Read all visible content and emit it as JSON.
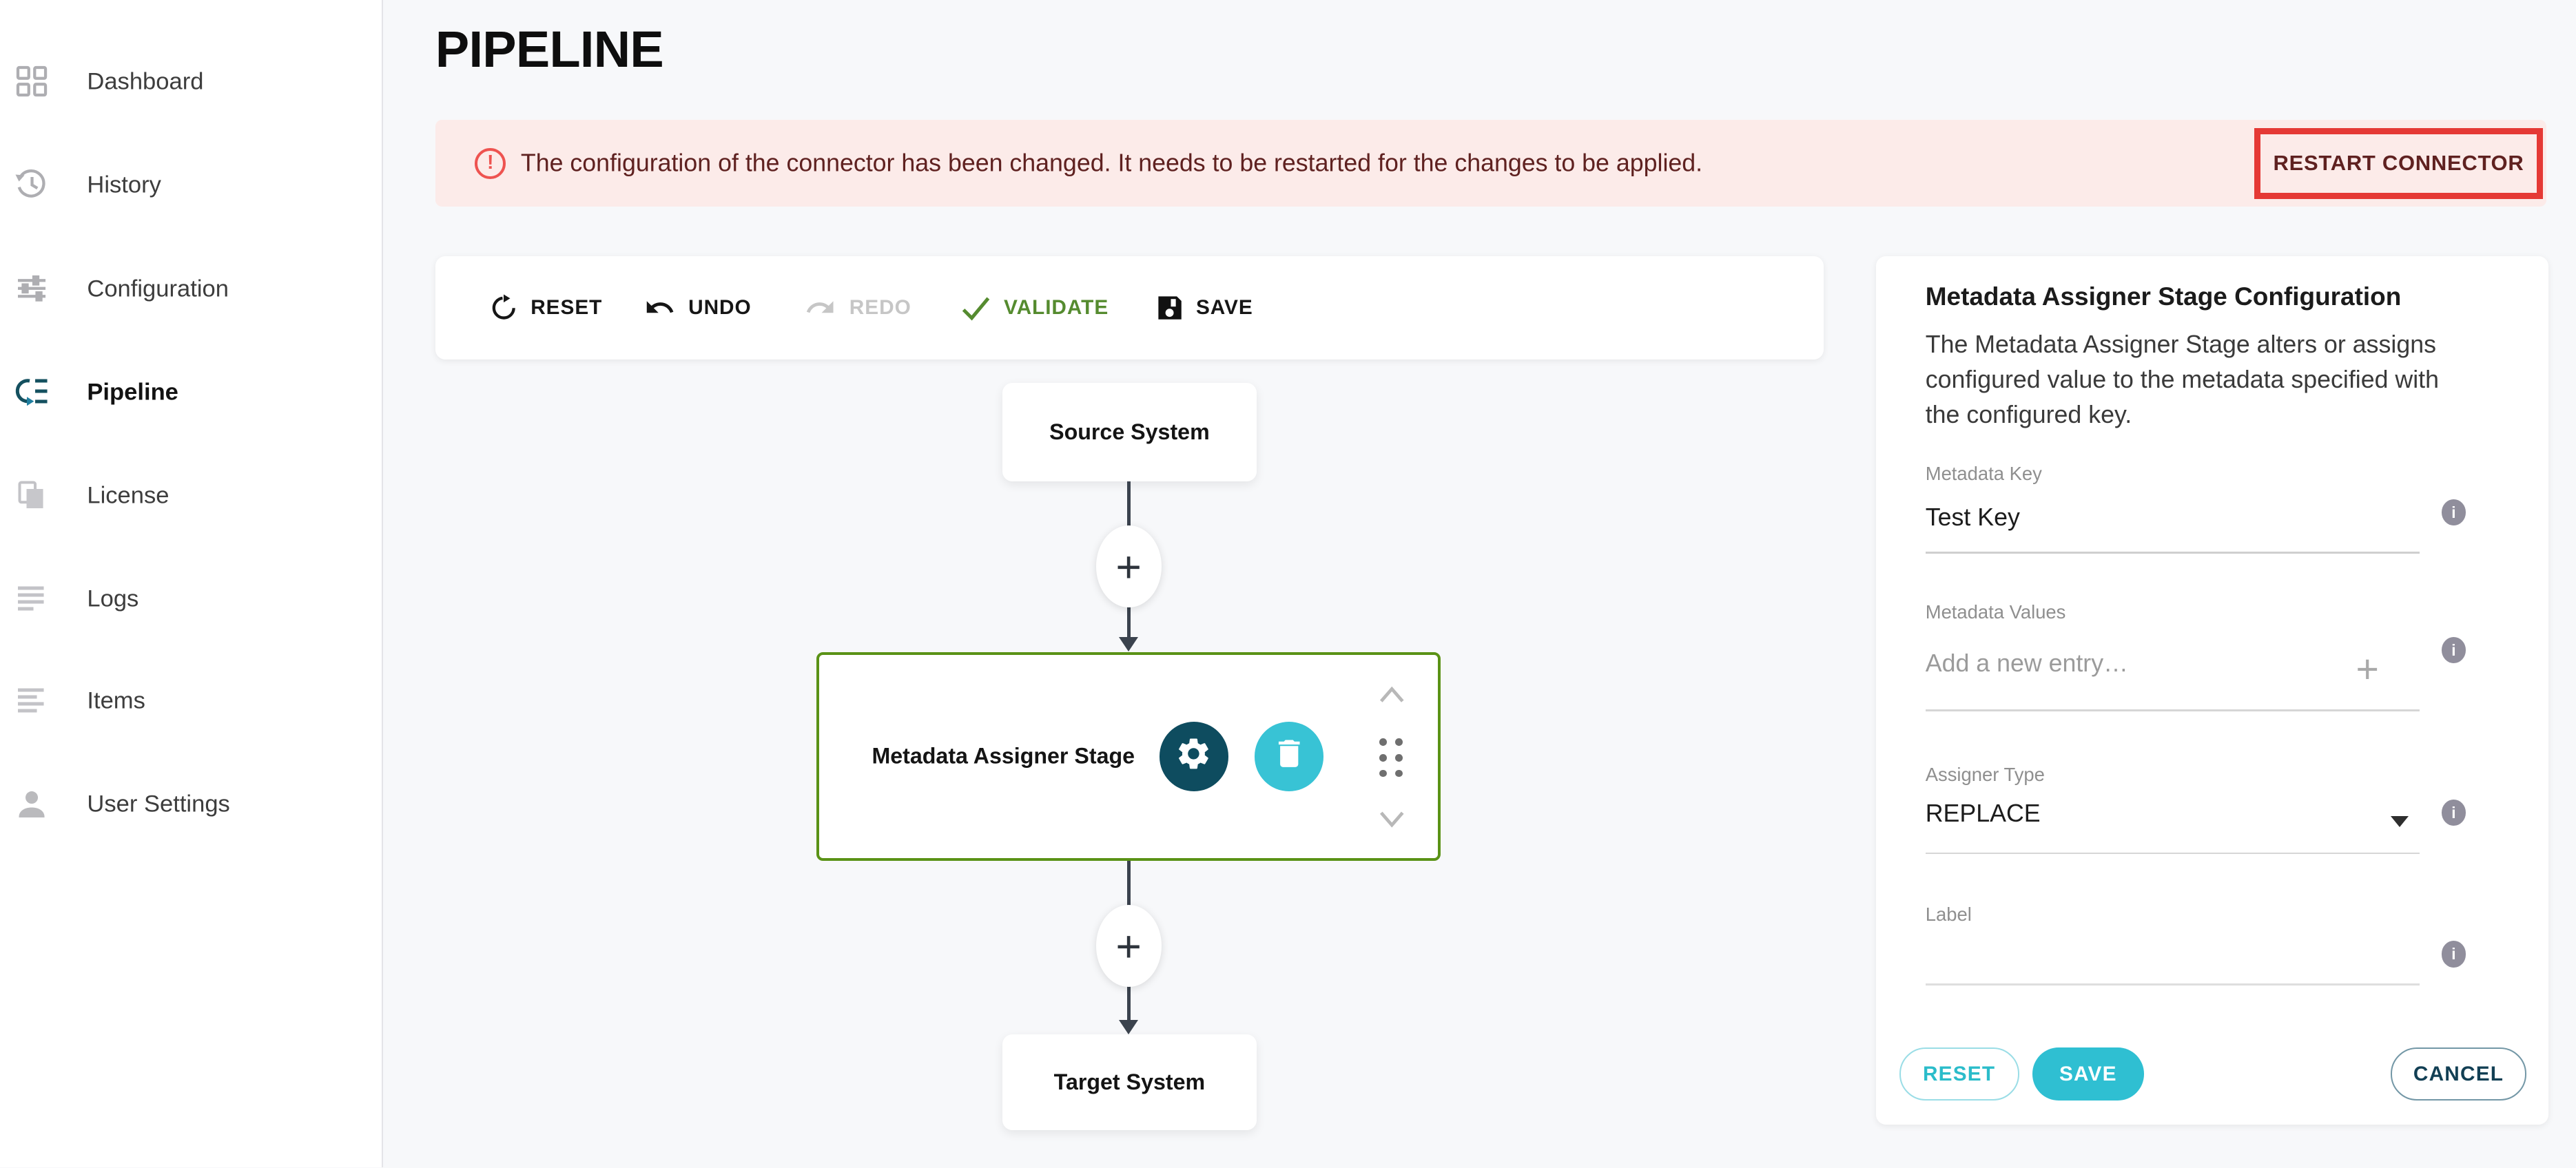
{
  "sidebar": {
    "items": [
      {
        "label": "Dashboard",
        "icon": "dashboard-icon",
        "active": false
      },
      {
        "label": "History",
        "icon": "history-icon",
        "active": false
      },
      {
        "label": "Configuration",
        "icon": "configuration-icon",
        "active": false
      },
      {
        "label": "Pipeline",
        "icon": "pipeline-icon",
        "active": true
      },
      {
        "label": "License",
        "icon": "license-icon",
        "active": false
      },
      {
        "label": "Logs",
        "icon": "logs-icon",
        "active": false
      },
      {
        "label": "Items",
        "icon": "items-icon",
        "active": false
      },
      {
        "label": "User Settings",
        "icon": "user-icon",
        "active": false
      }
    ]
  },
  "header": {
    "title": "PIPELINE"
  },
  "banner": {
    "message": "The configuration of the connector has been changed. It needs to be restarted for the changes to be applied.",
    "action_label": "RESTART CONNECTOR"
  },
  "toolbar": {
    "buttons": [
      {
        "label": "RESET",
        "state": "enabled"
      },
      {
        "label": "UNDO",
        "state": "enabled"
      },
      {
        "label": "REDO",
        "state": "disabled"
      },
      {
        "label": "VALIDATE",
        "state": "enabled"
      },
      {
        "label": "SAVE",
        "state": "enabled"
      }
    ]
  },
  "pipeline": {
    "source_label": "Source System",
    "stage_label": "Metadata Assigner Stage",
    "target_label": "Target System",
    "add_node_glyph": "+"
  },
  "panel": {
    "title": "Metadata Assigner Stage Configuration",
    "description": "The Metadata Assigner Stage alters or assigns configured value to the metadata specified with the configured key.",
    "fields": {
      "metadata_key": {
        "label": "Metadata Key",
        "value": "Test Key"
      },
      "metadata_values": {
        "label": "Metadata Values",
        "placeholder": "Add a new entry…"
      },
      "assigner_type": {
        "label": "Assigner Type",
        "value": "REPLACE"
      },
      "stage_label": {
        "label": "Label",
        "value": ""
      }
    },
    "buttons": {
      "reset": "RESET",
      "save": "SAVE",
      "cancel": "CANCEL"
    },
    "info_glyph": "i"
  },
  "colors": {
    "stage_border_green": "#5a9216",
    "validate_green": "#558b2f",
    "gear_circle_teal": "#0e4c5f",
    "trash_circle_cyan": "#38c3d5",
    "banner_bg": "#fcebe9",
    "banner_text": "#5f2120",
    "highlight_red": "#e53935",
    "panel_accent_cyan": "#2fbfd2"
  },
  "error_glyph": "!"
}
